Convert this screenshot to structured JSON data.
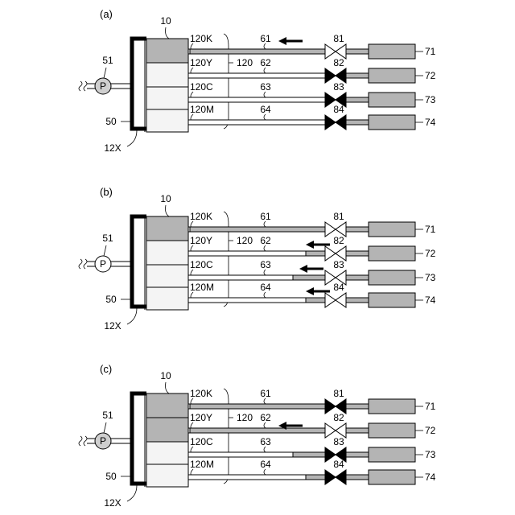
{
  "colors": {
    "ink": "#000000",
    "shaded": "#b4b4b4",
    "light_fill": "#f4f4f4",
    "paper": "#ffffff"
  },
  "panels": [
    {
      "label": "(a)",
      "head": "10",
      "pump": "P",
      "pump_ref": "51",
      "manifold_ref": "50",
      "frame_ref": "12X",
      "group_ref": "120",
      "chamber_shaded": [
        true,
        false,
        false,
        false
      ],
      "arrow_row": 0,
      "rows": [
        {
          "label": "120K",
          "pipe": "61",
          "valve": "81",
          "tank": "71",
          "valve_closed": false,
          "fill": "full"
        },
        {
          "label": "120Y",
          "pipe": "62",
          "valve": "82",
          "tank": "72",
          "valve_closed": true,
          "fill": "none"
        },
        {
          "label": "120C",
          "pipe": "63",
          "valve": "83",
          "tank": "73",
          "valve_closed": true,
          "fill": "none"
        },
        {
          "label": "120M",
          "pipe": "64",
          "valve": "84",
          "tank": "74",
          "valve_closed": true,
          "fill": "none"
        }
      ]
    },
    {
      "label": "(b)",
      "head": "10",
      "pump": "P",
      "pump_ref": "51",
      "manifold_ref": "50",
      "frame_ref": "12X",
      "group_ref": "120",
      "chamber_shaded": [
        true,
        false,
        false,
        false
      ],
      "arrow_row": [
        1,
        2,
        3
      ],
      "rows": [
        {
          "label": "120K",
          "pipe": "61",
          "valve": "81",
          "tank": "71",
          "valve_closed": false,
          "fill": "full"
        },
        {
          "label": "120Y",
          "pipe": "62",
          "valve": "82",
          "tank": "72",
          "valve_closed": false,
          "fill": "short"
        },
        {
          "label": "120C",
          "pipe": "63",
          "valve": "83",
          "tank": "73",
          "valve_closed": false,
          "fill": "medium"
        },
        {
          "label": "120M",
          "pipe": "64",
          "valve": "84",
          "tank": "74",
          "valve_closed": false,
          "fill": "short"
        }
      ]
    },
    {
      "label": "(c)",
      "head": "10",
      "pump": "P",
      "pump_ref": "51",
      "manifold_ref": "50",
      "frame_ref": "12X",
      "group_ref": "120",
      "chamber_shaded": [
        true,
        true,
        false,
        false
      ],
      "arrow_row": 1,
      "rows": [
        {
          "label": "120K",
          "pipe": "61",
          "valve": "81",
          "tank": "71",
          "valve_closed": true,
          "fill": "full"
        },
        {
          "label": "120Y",
          "pipe": "62",
          "valve": "82",
          "tank": "72",
          "valve_closed": false,
          "fill": "full"
        },
        {
          "label": "120C",
          "pipe": "63",
          "valve": "83",
          "tank": "73",
          "valve_closed": true,
          "fill": "medium"
        },
        {
          "label": "120M",
          "pipe": "64",
          "valve": "84",
          "tank": "74",
          "valve_closed": true,
          "fill": "short"
        }
      ]
    }
  ]
}
